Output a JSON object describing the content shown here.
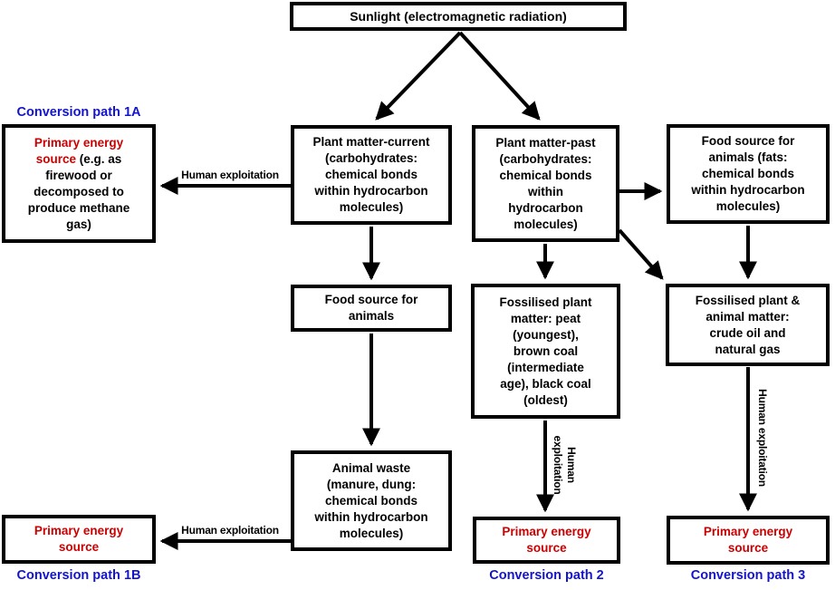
{
  "title": "Sunlight energy conversion paths diagram",
  "colors": {
    "primary_energy_red": "#CC0000",
    "conversion_path_blue": "#1414CC",
    "line_black": "#000000",
    "background": "#FFFFFF"
  },
  "nodes": {
    "sunlight": {
      "label": "Sunlight (electromagnetic radiation)"
    },
    "primary_1a": {
      "red": "Primary energy\nsource",
      "black": " (e.g. as\nfirewood or\ndecomposed to\nproduce methane\ngas)"
    },
    "plant_current": {
      "label": "Plant matter-current\n(carbohydrates:\nchemical bonds\nwithin hydrocarbon\nmolecules)"
    },
    "plant_past": {
      "label": "Plant matter-past\n(carbohydrates:\nchemical bonds\nwithin\nhydrocarbon\nmolecules)"
    },
    "food_fats": {
      "label": "Food source for\nanimals (fats:\nchemical bonds\nwithin hydrocarbon\nmolecules)"
    },
    "food_animals": {
      "label": "Food source for\nanimals"
    },
    "fossil_plant": {
      "label": "Fossilised plant\nmatter: peat\n(youngest),\nbrown coal\n(intermediate\nage), black coal\n(oldest)"
    },
    "fossil_animal": {
      "label": "Fossilised plant &\nanimal matter:\ncrude oil and\nnatural gas"
    },
    "animal_waste": {
      "label": "Animal waste\n(manure, dung:\nchemical bonds\nwithin hydrocarbon\nmolecules)"
    },
    "primary_1b": {
      "label": "Primary energy\nsource"
    },
    "primary_2": {
      "label": "Primary energy\nsource"
    },
    "primary_3": {
      "label": "Primary energy\nsource"
    }
  },
  "path_labels": {
    "p1a": "Conversion path 1A",
    "p1b": "Conversion path 1B",
    "p2": "Conversion path 2",
    "p3": "Conversion path 3"
  },
  "edge_labels": {
    "human_exploitation": "Human exploitation",
    "human_exploitation_wrapped": "Human\nexploitation"
  }
}
